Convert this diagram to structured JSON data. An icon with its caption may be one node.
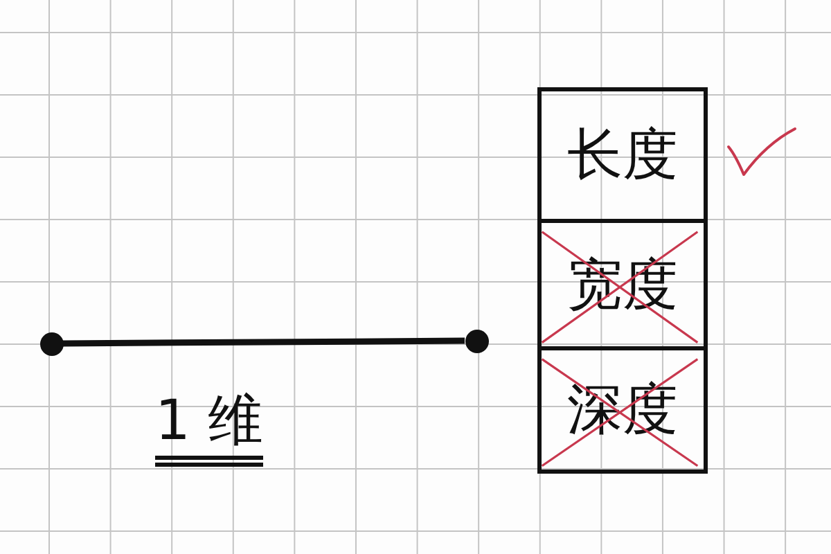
{
  "diagram": {
    "nodes": [
      {
        "text": [],
        "shape": "circle"
      },
      {
        "text": [],
        "shape": "circle"
      }
    ],
    "edges": [
      {
        "from": 0,
        "to": 1,
        "arrow": "none"
      }
    ],
    "labels": [
      "1 维",
      "长度",
      "宽度",
      "深度"
    ]
  }
}
